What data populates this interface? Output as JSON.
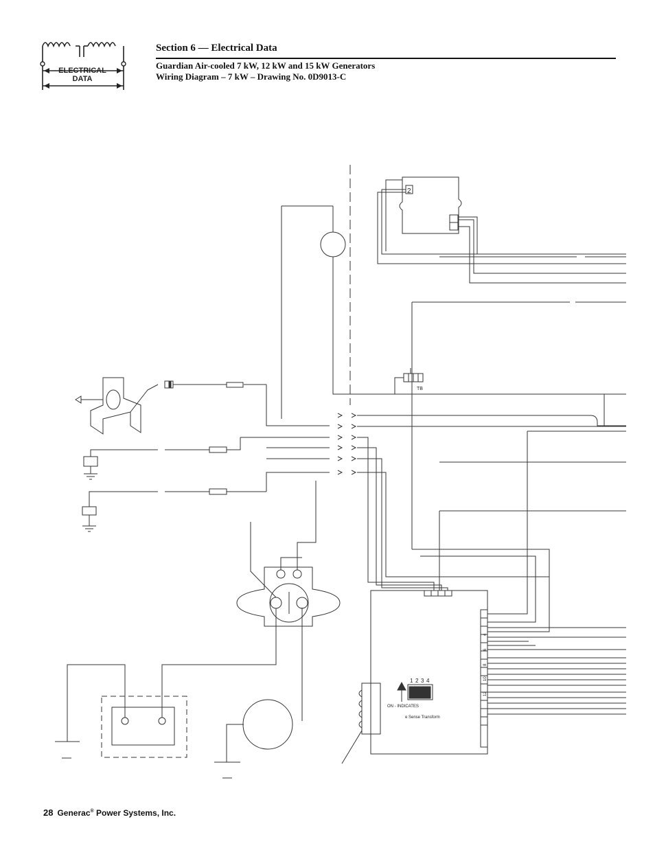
{
  "header": {
    "logo_line1": "ELECTRICAL",
    "logo_line2": "DATA",
    "section_title": "Section 6 — Electrical Data",
    "subtitle_line1": "Guardian Air-cooled 7 kW, 12 kW and 15 kW Generators",
    "subtitle_line2": "Wiring Diagram – 7 kW – Drawing No. 0D9013-C"
  },
  "diagram": {
    "module_terminal": "2",
    "tb_label": "TB",
    "dip_numbers": [
      "1",
      "2",
      "3",
      "4"
    ],
    "dip_caption": "ON - INDICATES",
    "transformer_label": "e Sense Transform",
    "terminal_numbers": [
      "4",
      "6",
      "8",
      "10",
      "12"
    ]
  },
  "footer": {
    "page_number": "28",
    "company": "Generac",
    "reg_mark": "®",
    "company_suffix": " Power Systems, Inc."
  }
}
